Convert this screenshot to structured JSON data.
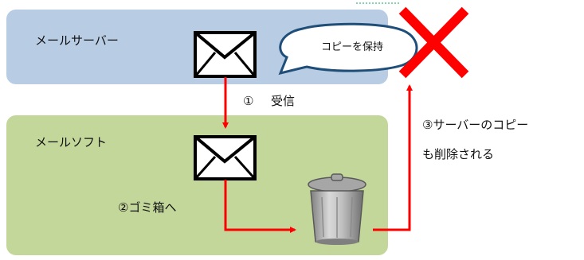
{
  "server_box": {
    "label": "メールサーバー"
  },
  "client_box": {
    "label": "メールソフト"
  },
  "speech_bubble": {
    "text": "コピーを保持"
  },
  "steps": {
    "receive": {
      "marker": "①",
      "label": "受信"
    },
    "trash": {
      "label": "②ゴミ箱へ"
    },
    "delete_copy": {
      "line1": "③サーバーのコピー",
      "line2": "も削除される"
    }
  },
  "icons": {
    "server_mail": "envelope-icon",
    "client_mail": "envelope-icon",
    "trash": "trash-can-icon",
    "delete_mark": "red-x-icon"
  },
  "colors": {
    "server_fill": "#b8cce4",
    "client_fill": "#c4d79b",
    "arrow": "#ff0000",
    "x_mark": "#ff0000",
    "bubble_stroke": "#1f4e79",
    "dashed_top": "#00b050"
  }
}
